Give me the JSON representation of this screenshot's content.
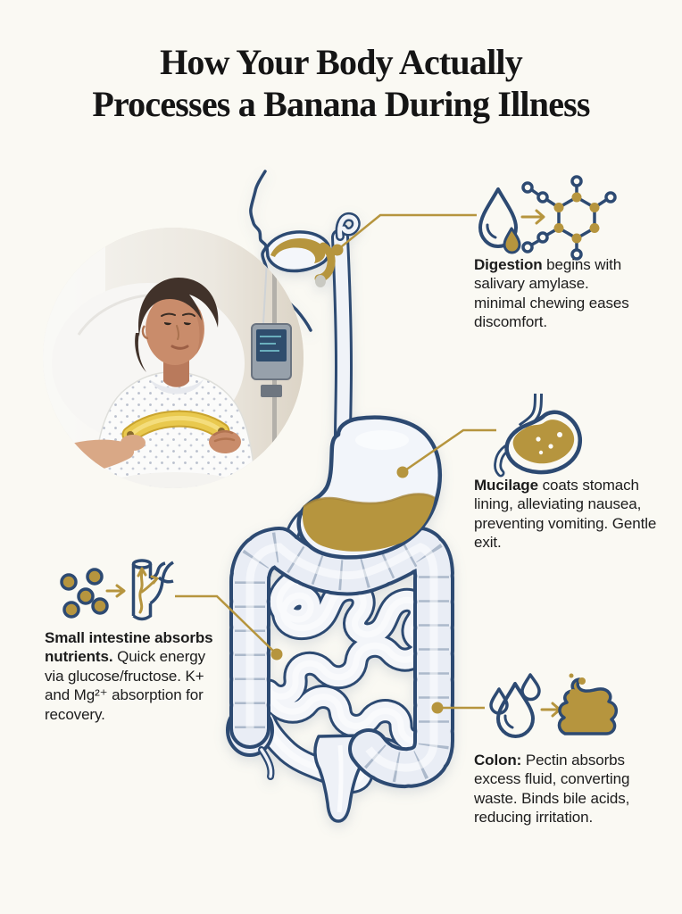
{
  "title": {
    "line1": "How Your Body Actually",
    "line2": "Processes a Banana During Illness"
  },
  "colors": {
    "background": "#faf9f3",
    "navy": "#2d4a72",
    "gold": "#b6953e",
    "organ_fill": "#e9edf5",
    "ink": "#1c1c1c"
  },
  "photo": {
    "description": "Woman resting in a hospital bed holding a banana"
  },
  "callouts": {
    "digestion": {
      "lead": "Digestion",
      "rest": " begins with salivary amylase. minimal chewing eases discomfort.",
      "icons": [
        "water-droplet-icon",
        "arrow-right-icon",
        "amylase-molecule-icon"
      ]
    },
    "mucilage": {
      "lead": "Mucilage",
      "rest": " coats stomach lining, alleviating nausea, preventing vomiting. Gentle exit.",
      "icons": [
        "coated-stomach-icon"
      ]
    },
    "small_intestine": {
      "lead": "Small intestine absorbs nutrients.",
      "rest": " Quick energy via glucose/fructose. K+ and Mg²⁺ absorption for recovery.",
      "icons": [
        "nutrient-particles-icon",
        "arrow-right-icon",
        "blood-vessel-icon"
      ]
    },
    "colon": {
      "lead": "Colon:",
      "rest": " Pectin absorbs excess fluid, converting waste. Binds bile acids, reducing irritation.",
      "icons": [
        "fluid-droplets-icon",
        "arrow-right-icon",
        "stool-icon"
      ]
    }
  }
}
